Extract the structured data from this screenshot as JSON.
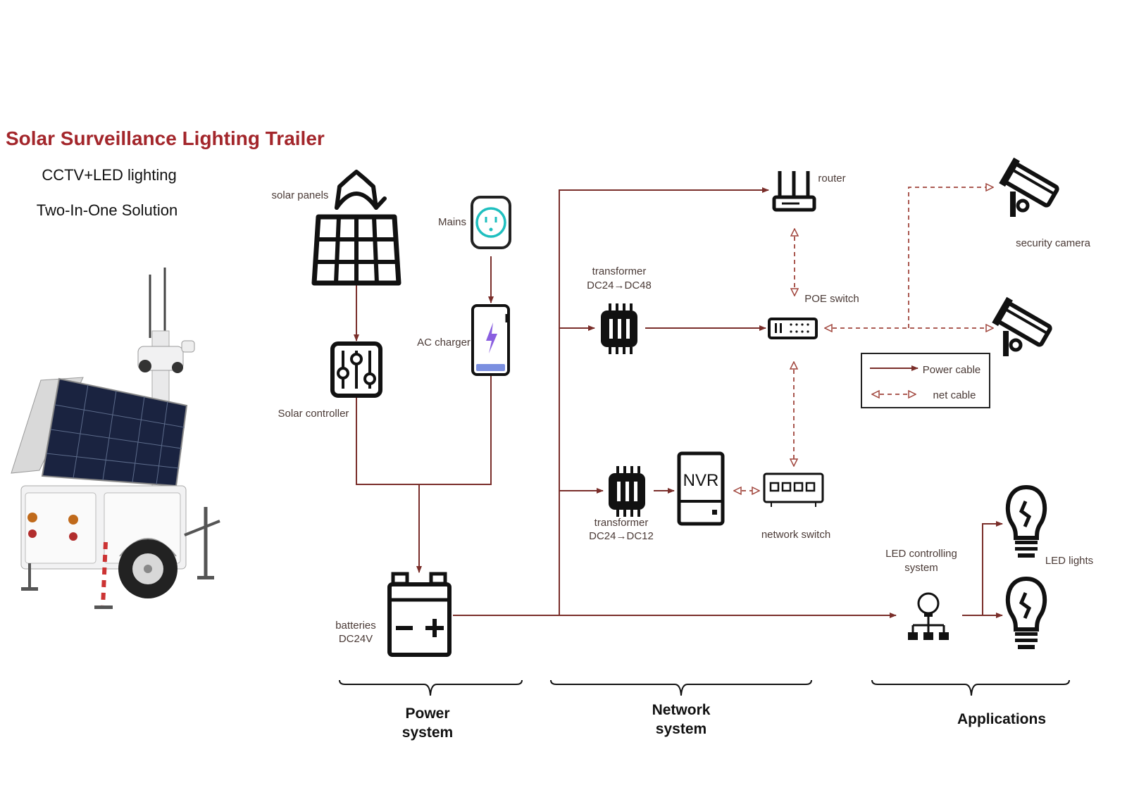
{
  "header": {
    "title": "Solar Surveillance Lighting Trailer",
    "subtitle_1": "CCTV+LED lighting",
    "subtitle_2": "Two-In-One Solution"
  },
  "nodes": {
    "solar_panels": "solar panels",
    "mains": "Mains",
    "solar_controller": "Solar controller",
    "ac_charger": "AC charger",
    "batteries_1": "batteries",
    "batteries_2": "DC24V",
    "transformer_48_1": "transformer",
    "transformer_48_2": "DC24→DC48",
    "transformer_12_1": "transformer",
    "transformer_12_2": "DC24→DC12",
    "nvr_text": "NVR",
    "router": "router",
    "poe_switch": "POE switch",
    "network_switch": "network switch",
    "security_camera": "security camera",
    "led_ctrl_1": "LED controlling",
    "led_ctrl_2": "system",
    "led_lights": "LED lights"
  },
  "legend": {
    "power_cable": "Power cable",
    "net_cable": "net cable"
  },
  "groups": {
    "power_1": "Power",
    "power_2": "system",
    "network_1": "Network",
    "network_2": "system",
    "applications": "Applications"
  },
  "colors": {
    "power_cable": "#7a2e2a",
    "net_cable": "#a0453c",
    "title": "#a3262b"
  }
}
